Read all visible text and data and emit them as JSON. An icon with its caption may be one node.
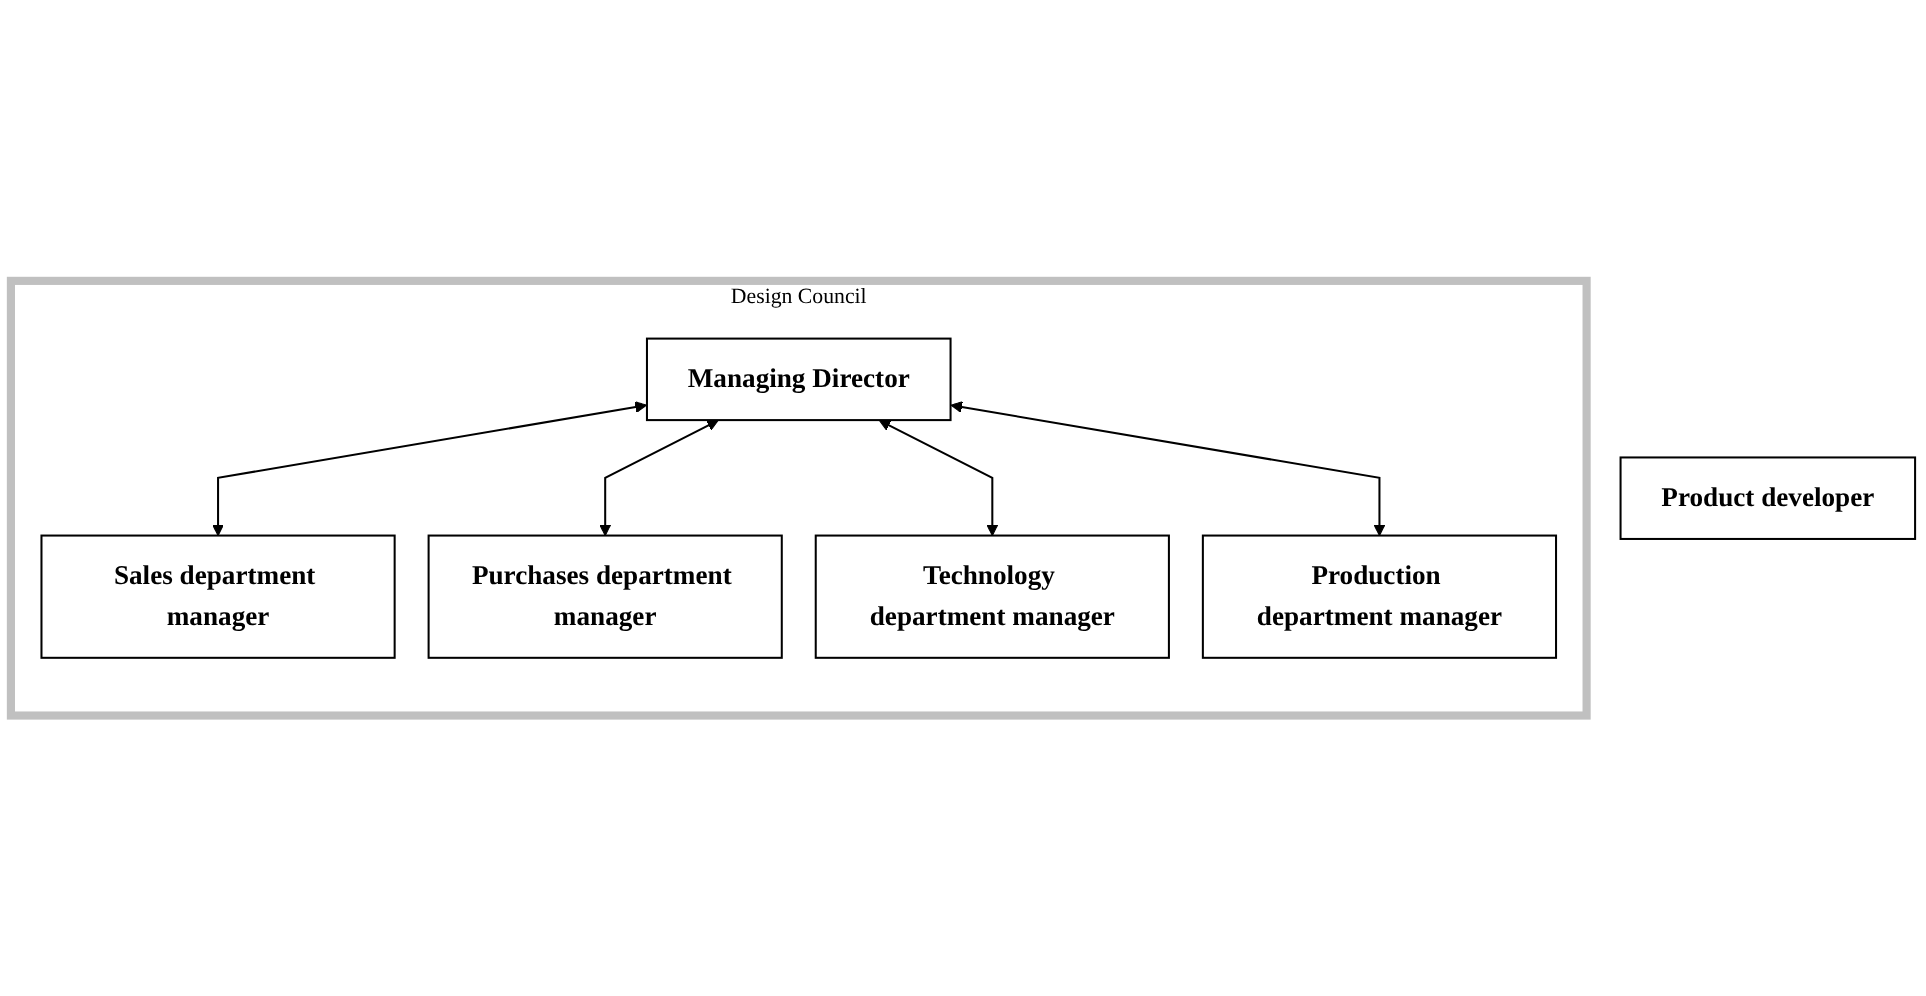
{
  "diagram": {
    "nodes": [
      {
        "text": [
          "Design Council"
        ]
      },
      {
        "text": [
          "Managing Director"
        ],
        "in": 0
      },
      {
        "text": [
          "Sales department manager"
        ],
        "in": 0
      },
      {
        "text": [
          "Purchases department manager"
        ],
        "in": 0
      },
      {
        "text": [
          "Technology department manager"
        ],
        "in": 0
      },
      {
        "text": [
          "Production department manager"
        ],
        "in": 0
      },
      {
        "text": [
          "Product developer"
        ]
      }
    ],
    "edges": [
      {
        "from": 1,
        "to": 2,
        "arrow": "both"
      },
      {
        "from": 1,
        "to": 3,
        "arrow": "both"
      },
      {
        "from": 1,
        "to": 4,
        "arrow": "both"
      },
      {
        "from": 1,
        "to": 5,
        "arrow": "both"
      }
    ]
  }
}
